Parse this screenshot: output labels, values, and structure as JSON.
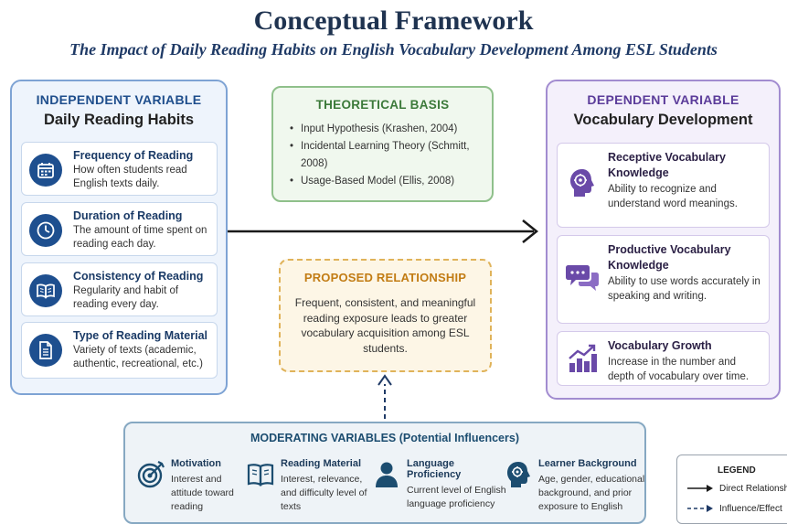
{
  "title": "Conceptual Framework",
  "subtitle": "The Impact of Daily Reading Habits on English Vocabulary Development Among ESL Students",
  "independent": {
    "heading": "INDEPENDENT VARIABLE",
    "name": "Daily Reading Habits",
    "items": [
      {
        "label": "Frequency of Reading",
        "desc": "How often students read English texts daily.",
        "icon": "calendar-icon"
      },
      {
        "label": "Duration of Reading",
        "desc": "The amount of time spent on reading each day.",
        "icon": "clock-icon"
      },
      {
        "label": "Consistency of Reading",
        "desc": "Regularity and habit of reading every day.",
        "icon": "open-book-icon"
      },
      {
        "label": "Type of Reading Material",
        "desc": "Variety of texts (academic, authentic, recreational, etc.)",
        "icon": "document-icon"
      }
    ]
  },
  "theory": {
    "heading": "THEORETICAL BASIS",
    "items": [
      "Input Hypothesis (Krashen, 2004)",
      "Incidental Learning Theory (Schmitt, 2008)",
      "Usage-Based Model (Ellis, 2008)"
    ]
  },
  "proposed": {
    "heading": "PROPOSED RELATIONSHIP",
    "text": "Frequent, consistent, and meaningful reading exposure leads to greater vocabulary acquisition among ESL students."
  },
  "dependent": {
    "heading": "DEPENDENT VARIABLE",
    "name": "Vocabulary Development",
    "items": [
      {
        "label": "Receptive Vocabulary Knowledge",
        "desc": "Ability to recognize and understand word meanings.",
        "icon": "brain-icon"
      },
      {
        "label": "Productive Vocabulary Knowledge",
        "desc": "Ability to use words accurately in speaking and writing.",
        "icon": "speech-bubbles-icon"
      },
      {
        "label": "Vocabulary Growth",
        "desc": "Increase in the number and depth of vocabulary over time.",
        "icon": "growth-chart-icon"
      }
    ]
  },
  "moderating": {
    "heading": "MODERATING VARIABLES (Potential Influencers)",
    "items": [
      {
        "label": "Motivation",
        "desc": "Interest and attitude toward reading",
        "icon": "target-icon"
      },
      {
        "label": "Reading Material",
        "desc": "Interest, relevance, and difficulty level of texts",
        "icon": "book-icon"
      },
      {
        "label": "Language Proficiency",
        "desc": "Current level of English language proficiency",
        "icon": "person-icon"
      },
      {
        "label": "Learner Background",
        "desc": "Age, gender, educational background, and prior exposure to English",
        "icon": "head-gear-icon"
      }
    ]
  },
  "legend": {
    "heading": "LEGEND",
    "direct": "Direct Relationship",
    "influence": "Influence/Effect"
  },
  "colors": {
    "independent": "#1e4f8f",
    "dependent": "#6a4aa8",
    "theory": "#3c7a3a",
    "proposed": "#c27c14",
    "moderating": "#1c4d70"
  }
}
